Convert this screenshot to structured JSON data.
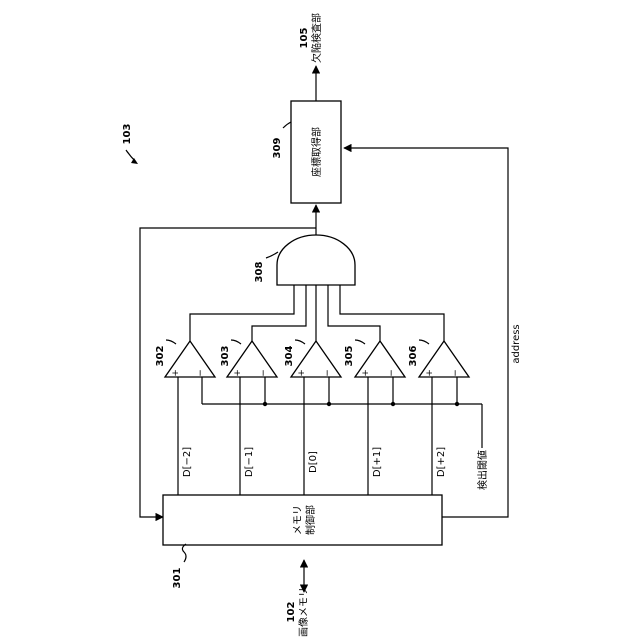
{
  "figure": {
    "ref_main": "103"
  },
  "blocks": {
    "memory_controller": {
      "ref": "301",
      "label_line1": "メモリ",
      "label_line2": "制御部"
    },
    "coordinate_unit": {
      "ref": "309",
      "label": "座標取得部"
    },
    "and_gate": {
      "ref": "308"
    }
  },
  "comparators": [
    {
      "ref": "302",
      "input_label": "D[−2]",
      "plus": "+",
      "minus": "−"
    },
    {
      "ref": "303",
      "input_label": "D[−1]",
      "plus": "+",
      "minus": "−"
    },
    {
      "ref": "304",
      "input_label": "D[0]",
      "plus": "+",
      "minus": "−"
    },
    {
      "ref": "305",
      "input_label": "D[+1]",
      "plus": "+",
      "minus": "−"
    },
    {
      "ref": "306",
      "input_label": "D[+2]",
      "plus": "+",
      "minus": "−"
    }
  ],
  "external": {
    "image_memory": {
      "ref": "102",
      "label": "画像メモリ"
    },
    "defect_inspection": {
      "ref": "105",
      "label": "欠陥検査部"
    }
  },
  "signals": {
    "threshold": "検出閾値",
    "address": "address"
  }
}
